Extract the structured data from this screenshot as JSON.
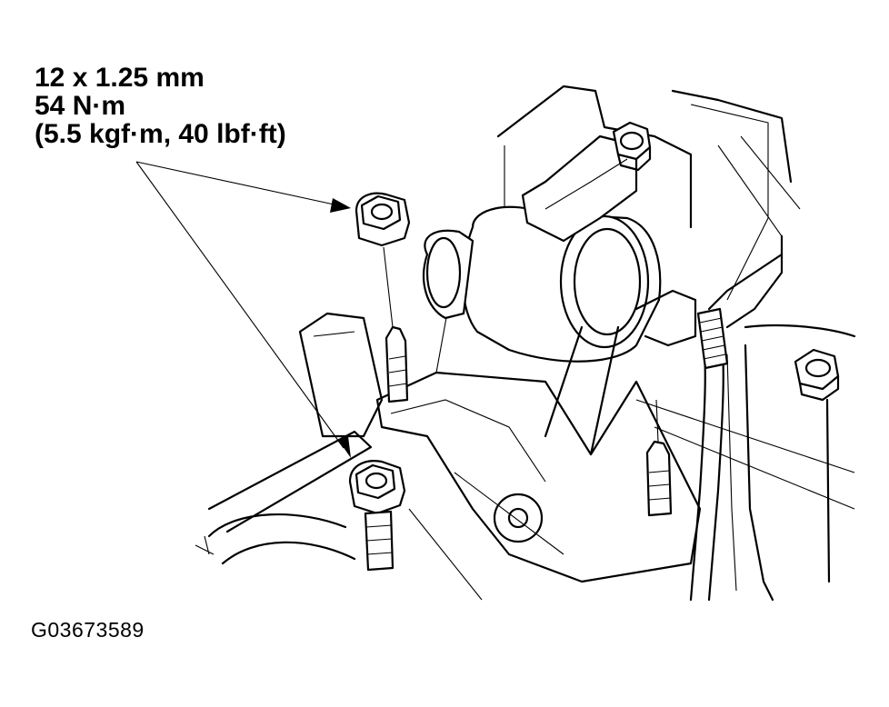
{
  "torque_spec": {
    "thread_size": "12 x 1.25 mm",
    "torque_nm": "54 N·m",
    "torque_alt": "(5.5 kgf·m, 40 lbf·ft)"
  },
  "figure_id": "G03673589"
}
